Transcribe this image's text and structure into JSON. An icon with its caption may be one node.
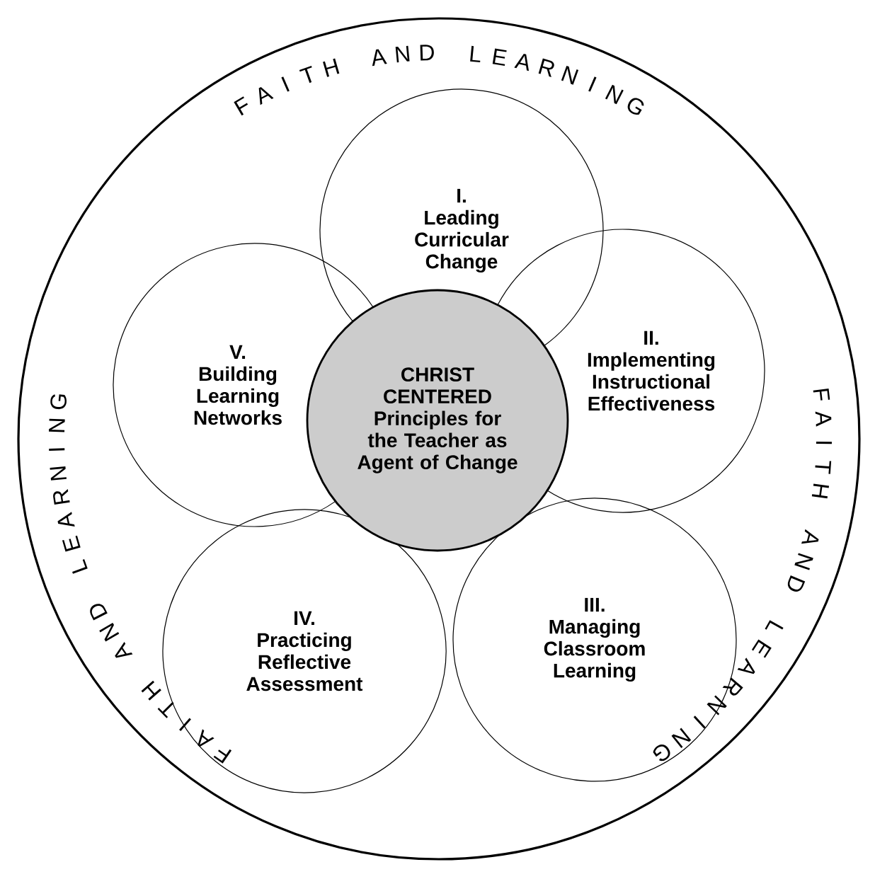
{
  "diagram": {
    "nodes": [
      {
        "text": [
          "FAITH AND LEARNING",
          "FAITH AND LEARNING",
          "FAITH AND LEARNING"
        ]
      },
      {
        "text": [
          "I.",
          "Leading Curricular Change"
        ],
        "in": 0
      },
      {
        "text": [
          "II.",
          "Implementing Instructional Effectiveness"
        ],
        "in": 0
      },
      {
        "text": [
          "III.",
          "Managing Classroom Learning"
        ],
        "in": 0
      },
      {
        "text": [
          "IV.",
          "Practicing Reflective Assessment"
        ],
        "in": 0
      },
      {
        "text": [
          "V.",
          "Building Learning Networks"
        ],
        "in": 0
      },
      {
        "text": [
          "CHRIST CENTERED",
          "Principles for the Teacher as Agent of Change"
        ],
        "in": 0
      }
    ]
  }
}
